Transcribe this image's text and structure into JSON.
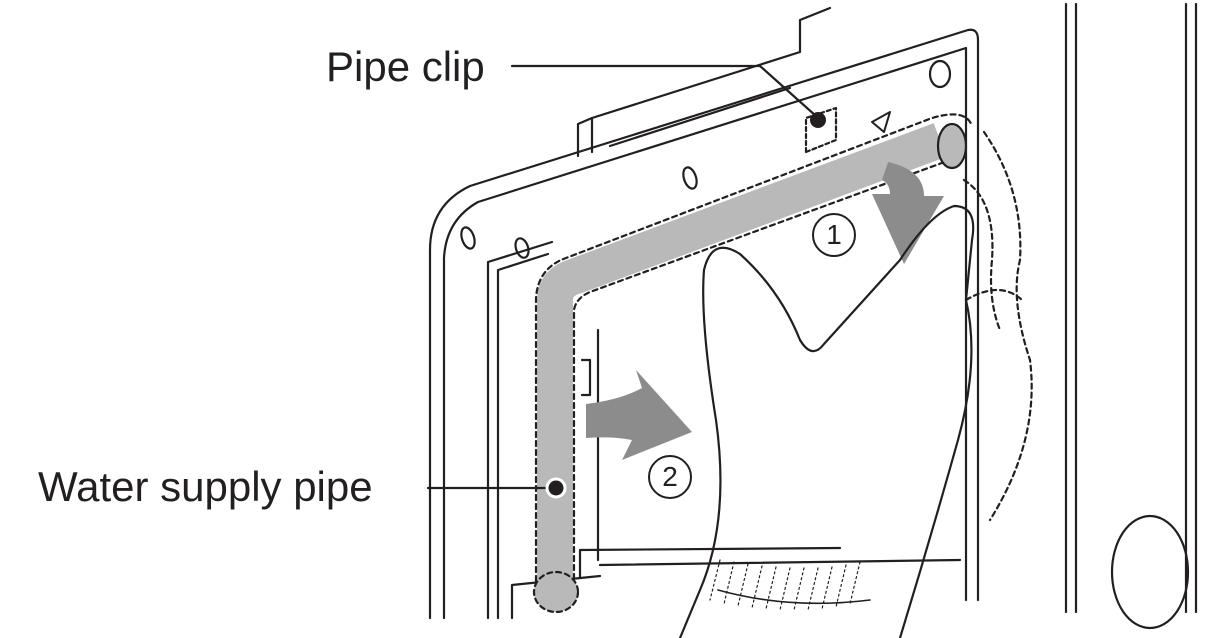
{
  "labels": {
    "pipe_clip": "Pipe clip",
    "water_supply_pipe": "Water supply pipe"
  },
  "steps": {
    "one": "1",
    "two": "2"
  },
  "colors": {
    "line": "#231f20",
    "pipe_fill": "#b9b9b9",
    "arrow_fill": "#8c8c8c",
    "background": "#ffffff"
  },
  "icons": {
    "step_arrows": "curved-arrow-icon",
    "hand": "gloved-hand-icon"
  }
}
